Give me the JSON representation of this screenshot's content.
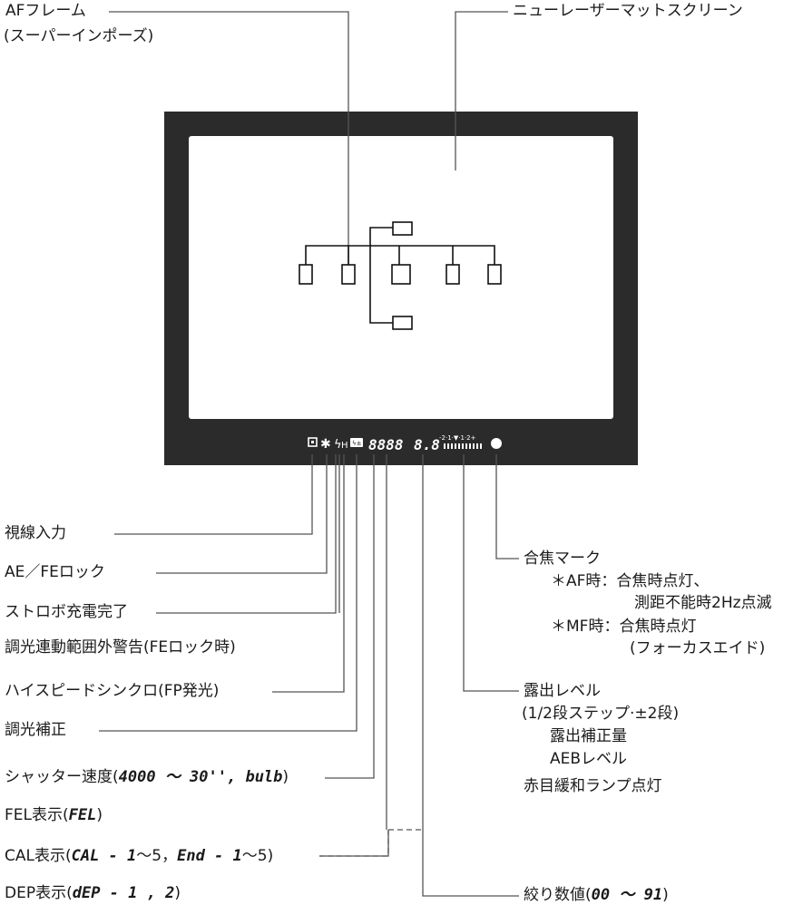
{
  "labels": {
    "af_frame": "AFフレーム",
    "af_frame_sub": "(スーパーインポーズ)",
    "screen": "ニューレーザーマットスクリーン",
    "eye_control": "視線入力",
    "ae_fe_lock": "AE／FEロック",
    "flash_ready": "ストロボ充電完了",
    "flash_warning": "調光連動範囲外警告(FEロック時)",
    "high_speed_sync": "ハイスピードシンクロ(FP発光)",
    "flash_comp": "調光補正",
    "shutter_prefix": "シャッター速度(",
    "shutter_values": "4000 ～ 30'', bulb",
    "shutter_suffix": ")",
    "fel_prefix": "FEL表示(",
    "fel_value": "FEL",
    "fel_suffix": ")",
    "cal_prefix": "CAL表示(",
    "cal_value1": "CAL - 1",
    "cal_mid": "～5，",
    "cal_value2": "End - 1",
    "cal_end": "～5)",
    "dep_prefix": "DEP表示(",
    "dep_value": "dEP - 1 , 2",
    "dep_suffix": ")",
    "focus_mark": "合焦マーク",
    "af_mode": "＊AF時：合焦時点灯、",
    "af_mode_2": "測距不能時2Hz点滅",
    "mf_mode": "＊MF時：合焦時点灯",
    "mf_mode_2": "(フォーカスエイド)",
    "exposure_level": "露出レベル",
    "exposure_level_sub": "(1/2段ステップ·±2段)",
    "exposure_comp": "露出補正量",
    "aeb_level": "AEBレベル",
    "red_eye": "赤目緩和ランプ点灯",
    "aperture_prefix": "絞り数値(",
    "aperture_values": "00 ～ 91",
    "aperture_suffix": ")"
  },
  "display": {
    "eye_icon": "eye-control-icon",
    "asterisk": "✱",
    "flash": "ϟ",
    "flash_h": "H",
    "comp_icon": "flash-compensation-icon",
    "shutter": "8888",
    "aperture": "8.8",
    "scale": "-2·1·▼·1·2+",
    "focus_icon": "focus-confirmation-icon"
  },
  "colors": {
    "frame": "#2b2b2b",
    "line": "#555555",
    "text": "#1a1a1a"
  }
}
